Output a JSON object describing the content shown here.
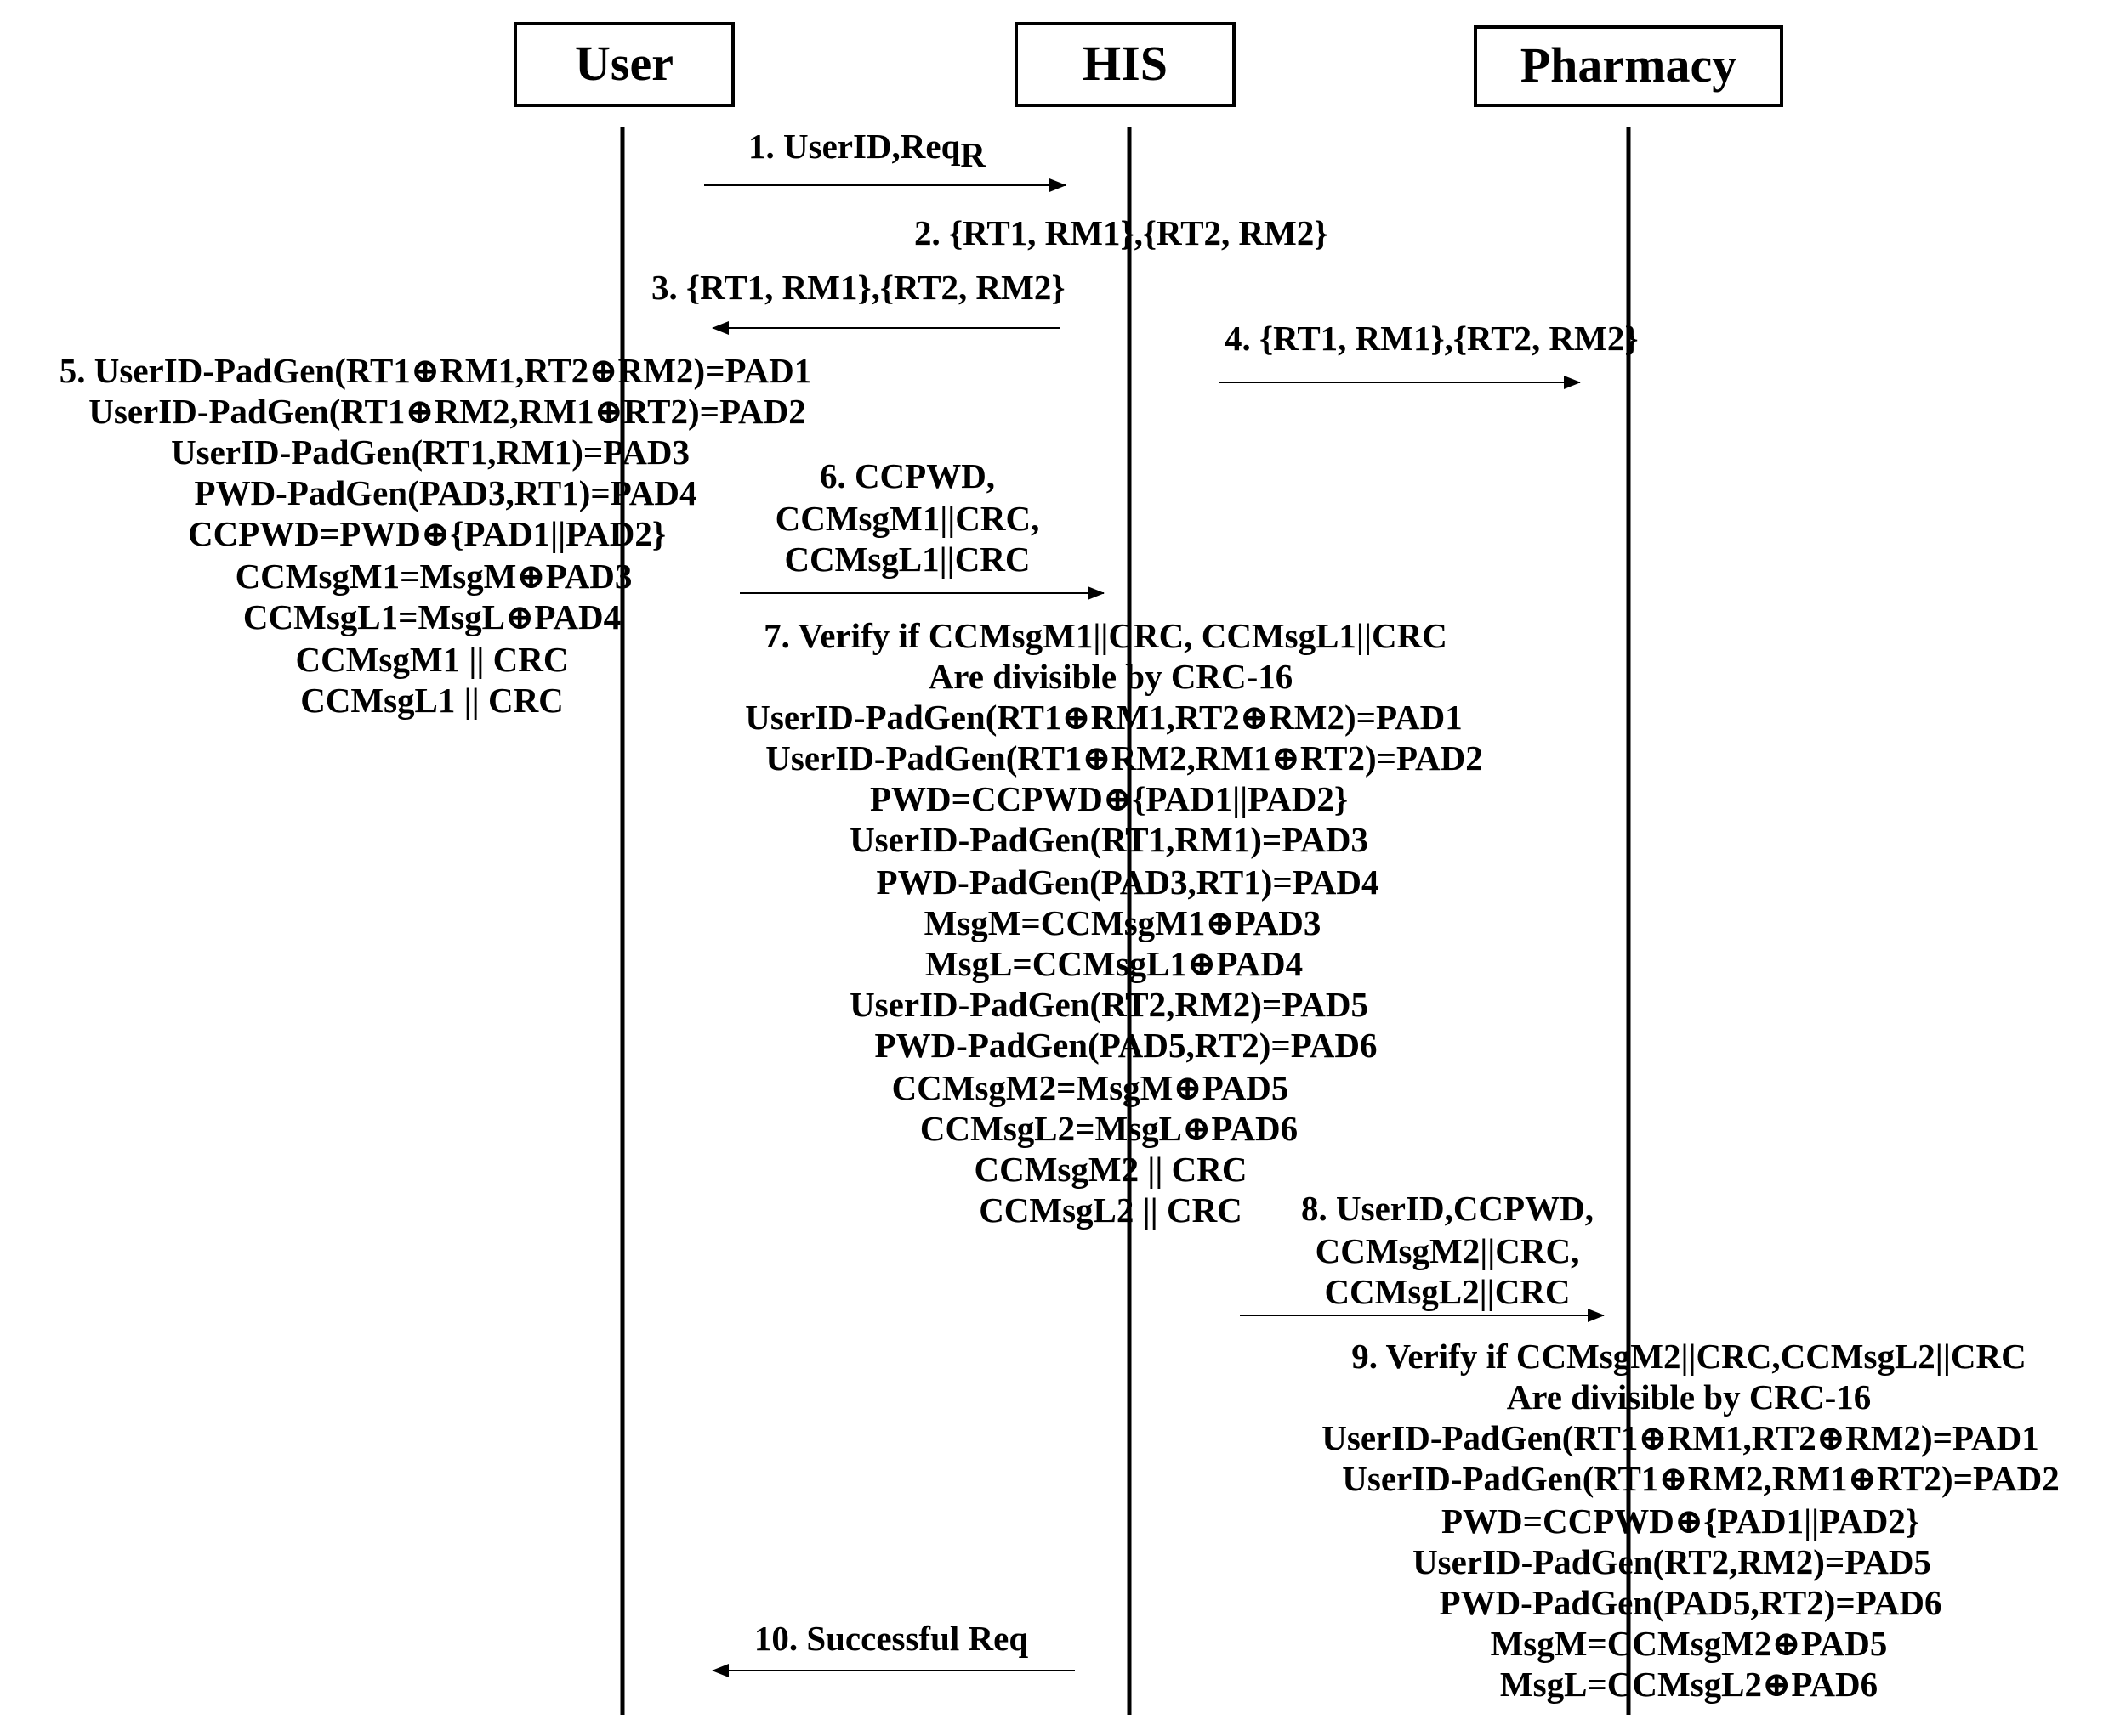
{
  "participants": [
    {
      "id": "user",
      "label": "User"
    },
    {
      "id": "his",
      "label": "HIS"
    },
    {
      "id": "pharmacy",
      "label": "Pharmacy"
    }
  ],
  "messages": [
    {
      "id": "m1",
      "label": "1. UserID,Req",
      "subscript": "R",
      "from": "user",
      "to": "his"
    },
    {
      "id": "m2",
      "label": "2. {RT1, RM1},{RT2, RM2}"
    },
    {
      "id": "m3",
      "label": "3. {RT1, RM1},{RT2, RM2}",
      "from": "his",
      "to": "user"
    },
    {
      "id": "m4",
      "label": "4. {RT1, RM1},{RT2, RM2}",
      "from": "his",
      "to": "pharmacy"
    },
    {
      "id": "m6",
      "lines": [
        "6. CCPWD,",
        "CCMsgM1||CRC,",
        "CCMsgL1||CRC"
      ],
      "from": "user",
      "to": "his"
    },
    {
      "id": "m8",
      "lines": [
        "8. UserID,CCPWD,",
        "CCMsgM2||CRC,",
        "CCMsgL2||CRC"
      ],
      "from": "his",
      "to": "pharmacy"
    },
    {
      "id": "m10",
      "label": "10. Successful Req",
      "from": "his",
      "to": "user"
    }
  ],
  "notes": {
    "user_step5": [
      "5. UserID-PadGen(RT1⊕RM1,RT2⊕RM2)=PAD1",
      "UserID-PadGen(RT1⊕RM2,RM1⊕RT2)=PAD2",
      "UserID-PadGen(RT1,RM1)=PAD3",
      "PWD-PadGen(PAD3,RT1)=PAD4",
      "CCPWD=PWD⊕{PAD1||PAD2}",
      "CCMsgM1=MsgM⊕PAD3",
      "CCMsgL1=MsgL⊕PAD4",
      "CCMsgM1 || CRC",
      "CCMsgL1  || CRC"
    ],
    "his_step7": [
      "7. Verify if CCMsgM1||CRC, CCMsgL1||CRC",
      "Are divisible by CRC-16",
      "UserID-PadGen(RT1⊕RM1,RT2⊕RM2)=PAD1",
      "UserID-PadGen(RT1⊕RM2,RM1⊕RT2)=PAD2",
      "PWD=CCPWD⊕{PAD1||PAD2}",
      "UserID-PadGen(RT1,RM1)=PAD3",
      "PWD-PadGen(PAD3,RT1)=PAD4",
      "MsgM=CCMsgM1⊕PAD3",
      "MsgL=CCMsgL1⊕PAD4",
      "UserID-PadGen(RT2,RM2)=PAD5",
      "PWD-PadGen(PAD5,RT2)=PAD6",
      "CCMsgM2=MsgM⊕PAD5",
      "CCMsgL2=MsgL⊕PAD6",
      "CCMsgM2 || CRC",
      "CCMsgL2  || CRC"
    ],
    "pharmacy_step9": [
      "9. Verify if CCMsgM2||CRC,CCMsgL2||CRC",
      "Are divisible by CRC-16",
      "UserID-PadGen(RT1⊕RM1,RT2⊕RM2)=PAD1",
      "UserID-PadGen(RT1⊕RM2,RM1⊕RT2)=PAD2",
      "PWD=CCPWD⊕{PAD1||PAD2}",
      "UserID-PadGen(RT2,RM2)=PAD5",
      "PWD-PadGen(PAD5,RT2)=PAD6",
      "MsgM=CCMsgM2⊕PAD5",
      "MsgL=CCMsgL2⊕PAD6"
    ]
  }
}
